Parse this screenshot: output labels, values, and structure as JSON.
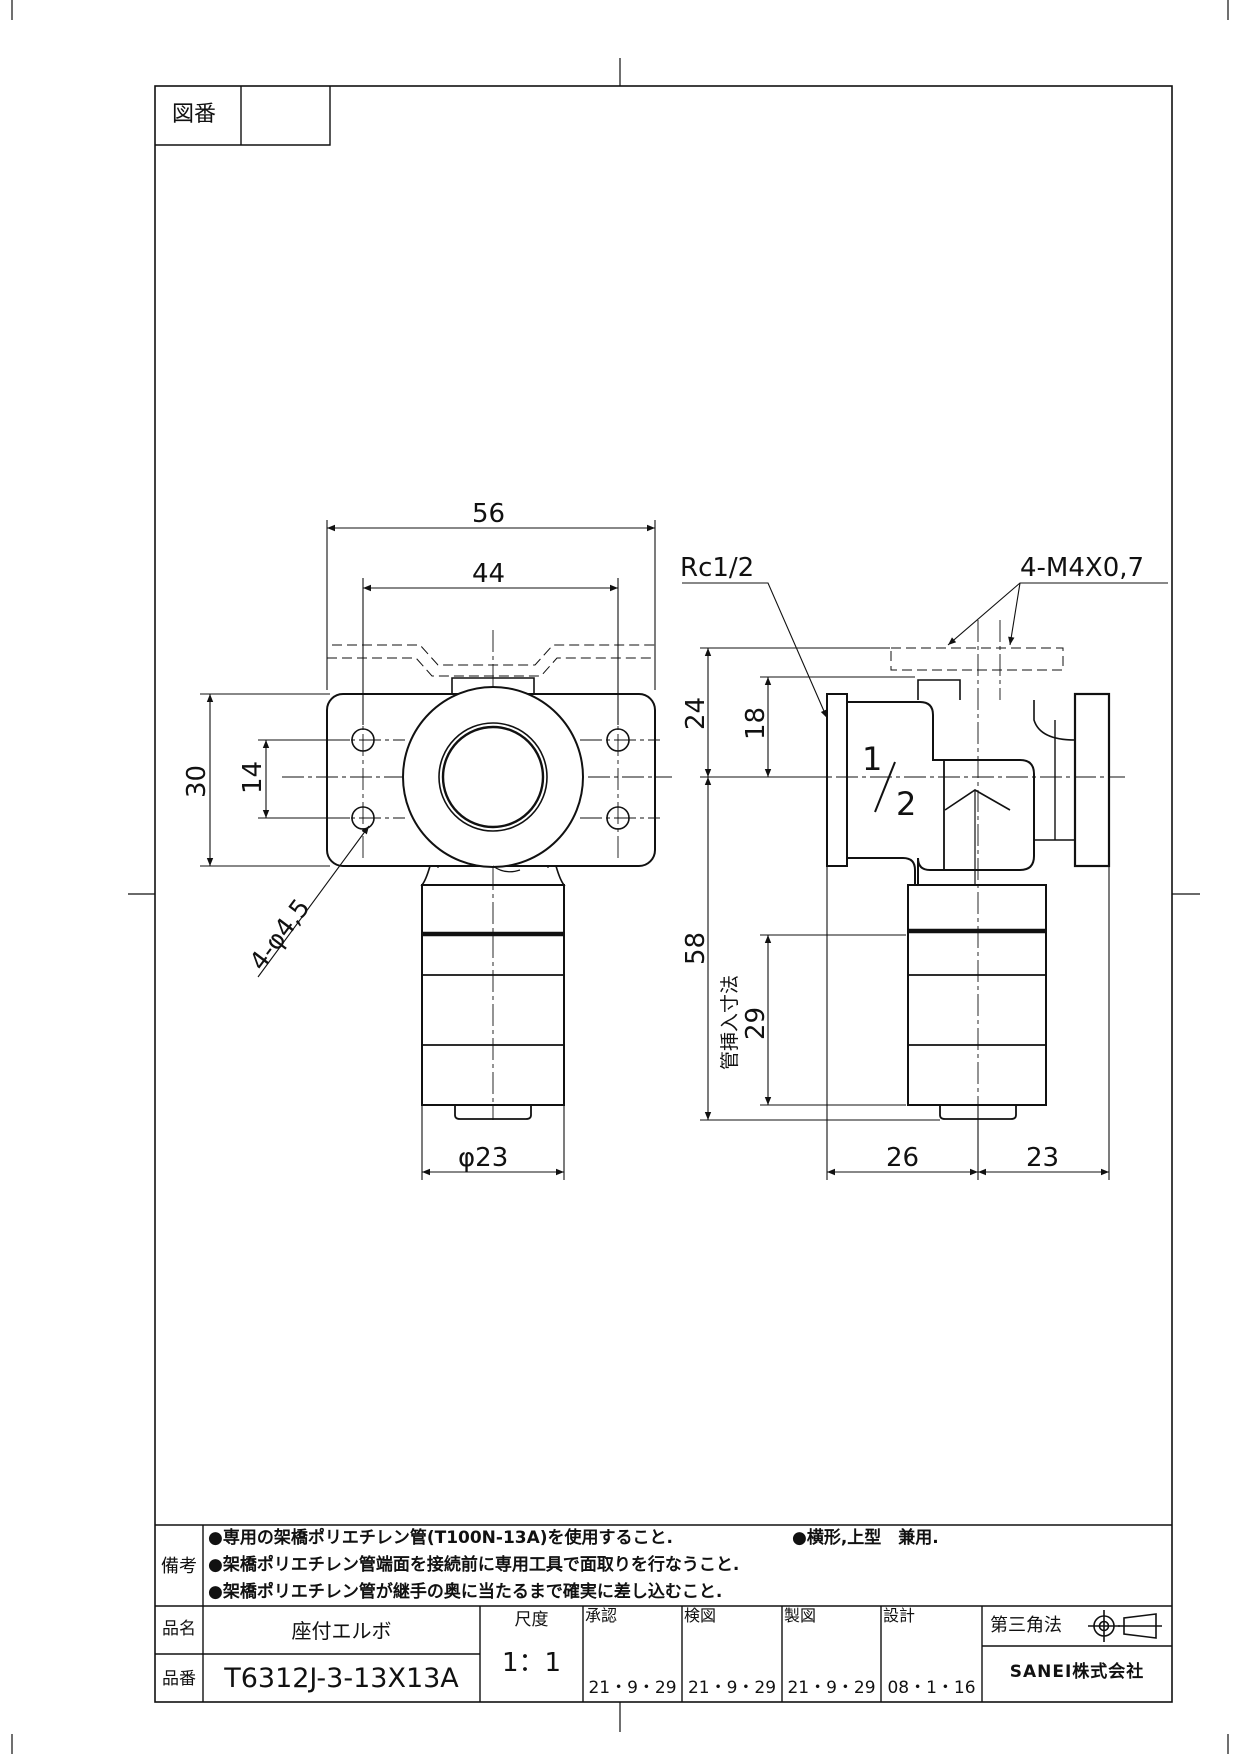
{
  "title_block": {
    "drawing_no_label": "図番",
    "drawing_no_value": "",
    "remarks_label": "備考",
    "notes": [
      "●専用の架橋ポリエチレン管(T100N-13A)を使用すること.",
      "●架橋ポリエチレン管端面を接続前に専用工具で面取りを行なうこと.",
      "●架橋ポリエチレン管が継手の奥に当たるまで確実に差し込むこと."
    ],
    "note_side": "●横形,上型　兼用.",
    "product_name_label": "品名",
    "product_name": "座付エルボ",
    "product_no_label": "品番",
    "product_no": "T6312J-3-13X13A",
    "scale_label": "尺度",
    "scale_value": "1：1",
    "approval_label": "承認",
    "approval_date": "21・9・29",
    "check_label": "検図",
    "check_date": "21・9・29",
    "drafting_label": "製図",
    "drafting_date": "21・9・29",
    "design_label": "設計",
    "design_date": "08・1・16",
    "projection_label": "第三角法",
    "company": "SANEI株式会社"
  },
  "dimensions": {
    "overall_width": "56",
    "hole_pitch_x": "44",
    "plate_height": "30",
    "hole_pitch_y": "14",
    "holes": "4-φ4,5",
    "socket_diameter": "φ23",
    "thread": "Rc1/2",
    "screws": "4-M4X0,7",
    "height_top": "24",
    "inner_18": "18",
    "height_bottom": "58",
    "insertion_label": "管挿入寸法",
    "insertion_depth": "29",
    "depth_26": "26",
    "depth_23": "23",
    "thread_mark_num": "1",
    "thread_mark_den": "2"
  }
}
